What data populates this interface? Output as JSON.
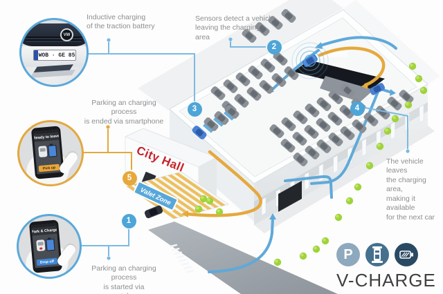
{
  "palette": {
    "accent_blue": "#4ea5d8",
    "accent_yellow": "#e6a83c",
    "path_blue": "#5fa9d9",
    "city_hall_red": "#c8232c",
    "tree_green": "#a0d43a",
    "road_gray": "#9aa1a8",
    "text_gray": "#8d8e90"
  },
  "callouts": {
    "step1": "Parking an charging process\nis started via smartphone",
    "step2": "Sensors detect a vehicle\nleaving the charging area",
    "step3": "Inductive charging\nof the traction battery",
    "step4": "The vehicle leaves\nthe charging area,\nmaking it available\nfor the next car",
    "step5": "Parking an charging process\nis ended via smartphone"
  },
  "steps": {
    "one": "1",
    "two": "2",
    "three": "3",
    "four": "4",
    "five": "5"
  },
  "building": {
    "sign": "City Hall",
    "valet": "Valet Zone"
  },
  "car_inset": {
    "plate": "WOB · GE 85",
    "brand": "VW"
  },
  "phone_end": {
    "title": "Ready to leave",
    "button": "Pick up"
  },
  "phone_start": {
    "title": "Park & Charge",
    "button": "Drop off"
  },
  "logo": {
    "p": "P",
    "title": "V-CHARGE"
  }
}
